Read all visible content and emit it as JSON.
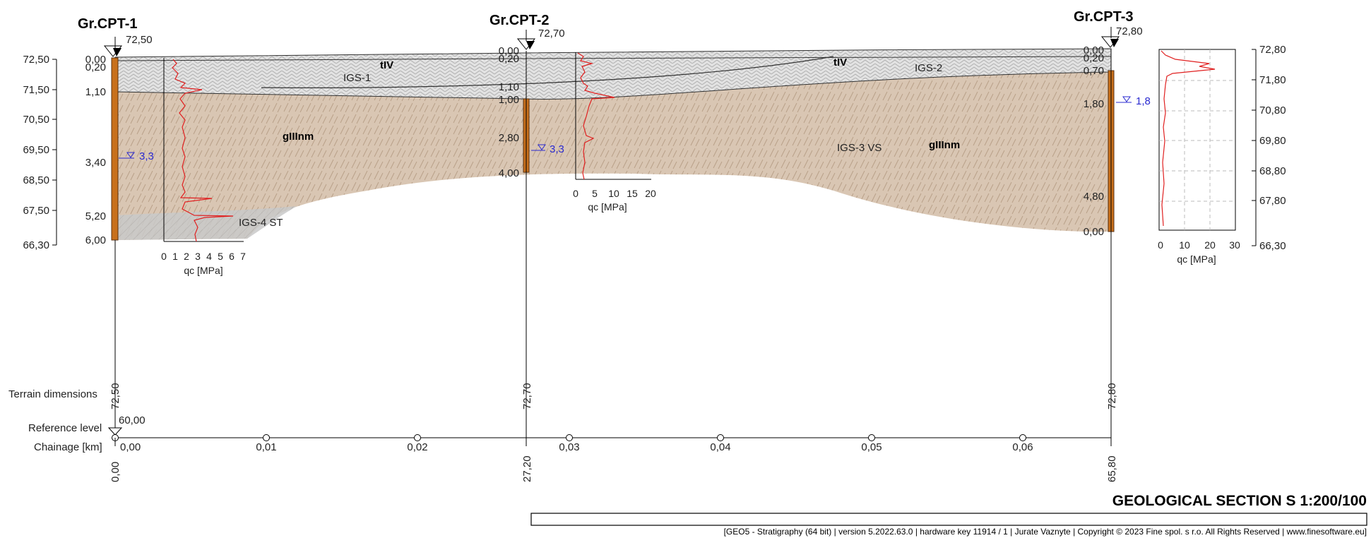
{
  "boreholes": [
    {
      "name": "Gr.CPT-1",
      "elevation": "72,50",
      "depths": [
        "0,00",
        "0,20",
        "1,10",
        "3,40",
        "5,20",
        "6,00"
      ],
      "gw_level": "3,3",
      "terrain": "72,50",
      "chainage": "0,00"
    },
    {
      "name": "Gr.CPT-2",
      "elevation": "72,70",
      "depths": [
        "0,00",
        "0,20",
        "1,10",
        "1,00",
        "2,80",
        "4,00"
      ],
      "gw_level": "3,3",
      "terrain": "72,70",
      "chainage": "27,20"
    },
    {
      "name": "Gr.CPT-3",
      "elevation": "72,80",
      "depths": [
        "0,00",
        "0,20",
        "0,70",
        "1,80",
        "4,80",
        "0,00"
      ],
      "gw_level": "1,8",
      "terrain": "72,80",
      "chainage": "65,80"
    }
  ],
  "left_axis_ticks": [
    "72,50",
    "71,50",
    "70,50",
    "69,50",
    "68,50",
    "67,50",
    "66,30"
  ],
  "right_axis_ticks": [
    "72,80",
    "71,80",
    "70,80",
    "69,80",
    "68,80",
    "67,80",
    "66,30"
  ],
  "soil_labels": {
    "tIV": "tIV",
    "gIIInm": "gIIInm",
    "igs1": "IGS-1",
    "igs2": "IGS-2",
    "igs3": "IGS-3 VS",
    "igs4": "IGS-4 ST"
  },
  "cpt_charts": [
    {
      "ticks": [
        "0",
        "1",
        "2",
        "3",
        "4",
        "5",
        "6",
        "7"
      ],
      "axis_label": "qc [MPa]"
    },
    {
      "ticks": [
        "0",
        "5",
        "10",
        "15",
        "20"
      ],
      "axis_label": "qc [MPa]"
    },
    {
      "ticks": [
        "0",
        "10",
        "20",
        "30"
      ],
      "axis_label": "qc [MPa]"
    }
  ],
  "terrain_dimensions_label": "Terrain dimensions",
  "reference_level_label": "Reference level",
  "reference_level_value": "60,00",
  "chainage_label": "Chainage [km]",
  "chainage_ticks": [
    "0,00",
    "0,01",
    "0,02",
    "0,03",
    "0,04",
    "0,05",
    "0,06"
  ],
  "section_title": "GEOLOGICAL SECTION S 1:200/100",
  "footer": "[GEO5 - Stratigraphy (64 bit) | version 5.2022.63.0 | hardware key 11914 / 1 | Jurate Vaznyte | Copyright © 2023 Fine spol. s r.o. All Rights Reserved | www.finesoftware.eu]",
  "colors": {
    "clay": "#d6c1ad",
    "fill_gray": "#d9d9d9",
    "borehole": "#c8701c",
    "cpt_line": "#e02020",
    "gw": "#2a2ad0"
  }
}
